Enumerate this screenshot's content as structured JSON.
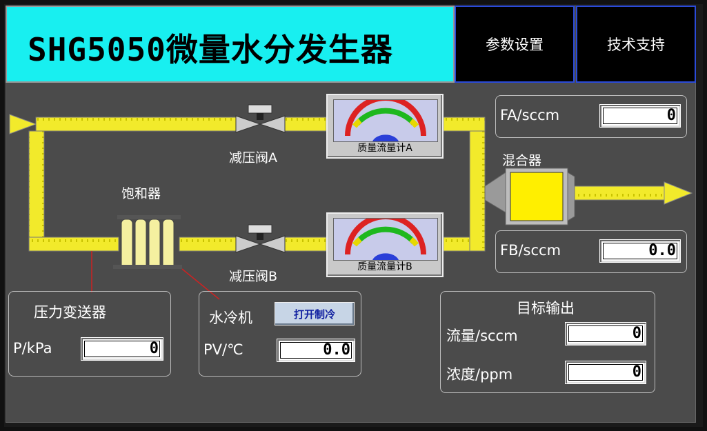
{
  "header": {
    "title": "SHG5050微量水分发生器",
    "btn_params": "参数设置",
    "btn_support": "技术支持"
  },
  "process": {
    "valve_a": "减压阀A",
    "valve_b": "减压阀B",
    "meter_a": "质量流量计A",
    "meter_b": "质量流量计B",
    "saturator": "饱和器",
    "mixer": "混合器"
  },
  "flows": {
    "fa_label": "FA/sccm",
    "fa_value": "0",
    "fb_label": "FB/sccm",
    "fb_value": "0.0"
  },
  "pressure": {
    "title": "压力变送器",
    "label": "P/kPa",
    "value": "0"
  },
  "chiller": {
    "title": "水冷机",
    "button": "打开制冷",
    "label": "PV/℃",
    "value": "0.0"
  },
  "target": {
    "title": "目标输出",
    "flow_label": "流量/sccm",
    "flow_value": "0",
    "conc_label": "浓度/ppm",
    "conc_value": "0"
  },
  "colors": {
    "title_bg": "#18eff0",
    "pipe": "#f2ea2b",
    "screen_bg": "#4b4b4b"
  }
}
